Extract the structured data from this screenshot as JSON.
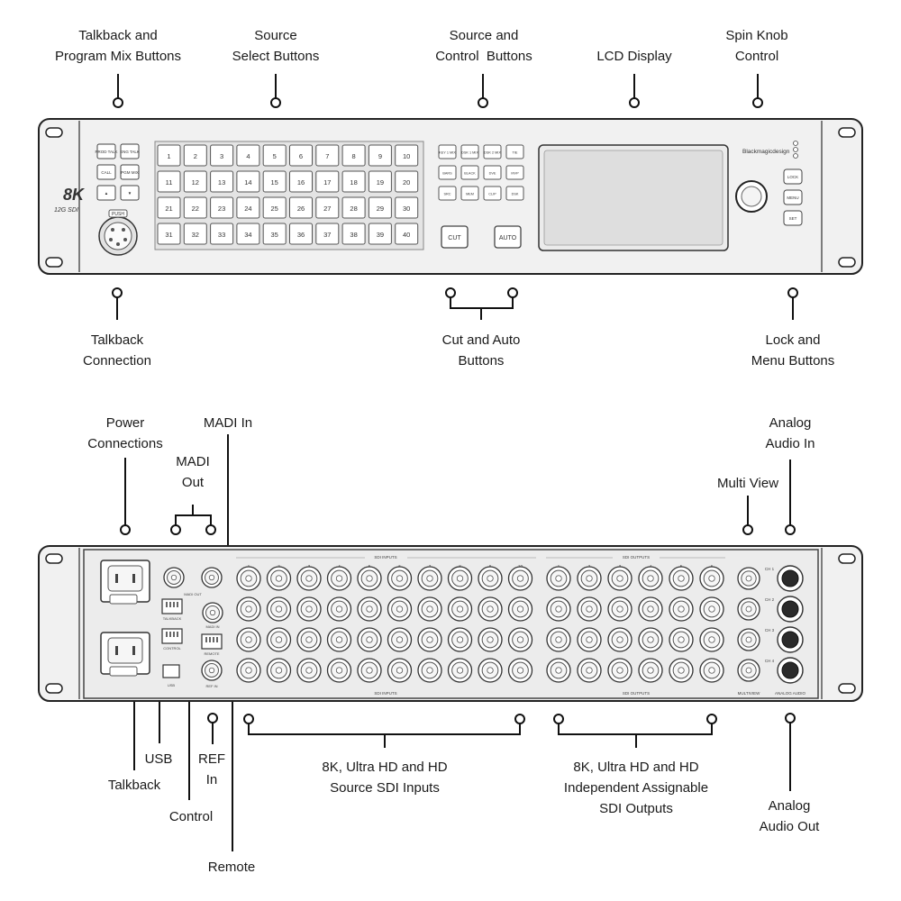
{
  "front_callouts": {
    "talkback_program_mix": "Talkback and\nProgram Mix Buttons",
    "source_select": "Source\nSelect Buttons",
    "source_control": "Source and\nControl  Buttons",
    "lcd_display": "LCD Display",
    "spin_knob": "Spin Knob\nControl",
    "talkback_connection": "Talkback\nConnection",
    "cut_auto": "Cut and Auto\nButtons",
    "lock_menu": "Lock and\nMenu Buttons"
  },
  "rear_callouts": {
    "power": "Power\nConnections",
    "madi_out": "MADI\nOut",
    "madi_in": "MADI In",
    "analog_in": "Analog\nAudio In",
    "multi_view": "Multi View",
    "usb": "USB",
    "talkback": "Talkback",
    "ref_in": "REF\nIn",
    "control": "Control",
    "remote": "Remote",
    "sdi_inputs": "8K, Ultra HD and HD\nSource SDI Inputs",
    "sdi_outputs": "8K, Ultra HD and HD\nIndependent Assignable\nSDI Outputs",
    "analog_out": "Analog\nAudio Out"
  },
  "front_panel": {
    "badge_top": "8K",
    "badge_bottom": "12G SDI",
    "brand": "Blackmagicdesign",
    "talkback_buttons": [
      "PROD TALK",
      "ENG TALK",
      "CALL",
      "PGM MIX",
      "▲",
      "▼"
    ],
    "xlr_label": "PUSH",
    "source_buttons": [
      "1",
      "2",
      "3",
      "4",
      "5",
      "6",
      "7",
      "8",
      "9",
      "10",
      "11",
      "12",
      "13",
      "14",
      "15",
      "16",
      "17",
      "18",
      "19",
      "20",
      "21",
      "22",
      "23",
      "24",
      "25",
      "26",
      "27",
      "28",
      "29",
      "30",
      "31",
      "32",
      "33",
      "34",
      "35",
      "36",
      "37",
      "38",
      "39",
      "40"
    ],
    "control_buttons": [
      "KEY 1 MIX",
      "DSK 1 MIX",
      "DSK 2 MIX",
      "TIE",
      "BARS",
      "BLACK",
      "DVE",
      "MVP",
      "SRC",
      "MEM",
      "CLIP",
      "DSK"
    ],
    "cut_label": "CUT",
    "auto_label": "AUTO",
    "menu_buttons": [
      "LOCK",
      "MENU",
      "SET"
    ]
  },
  "rear_panel": {
    "sdi_inputs_header": "SDI INPUTS",
    "sdi_outputs_header": "SDI OUTPUTS",
    "input_numbers": [
      "1",
      "2",
      "3",
      "4",
      "5",
      "6",
      "7",
      "8",
      "9",
      "10"
    ],
    "output_numbers": [
      "1",
      "2",
      "3",
      "4",
      "5",
      "6"
    ],
    "analog_channels": [
      "CH 1",
      "CH 2",
      "CH 3",
      "CH 4"
    ],
    "port_labels": {
      "talkback": "TALKBACK",
      "control": "CONTROL",
      "usb": "USB",
      "madi_out": "MADI OUT",
      "madi_in": "MADI IN",
      "remote": "REMOTE",
      "ref_in": "REF IN",
      "multiview": "MULTIVIEW",
      "analog_audio": "ANALOG AUDIO"
    }
  }
}
